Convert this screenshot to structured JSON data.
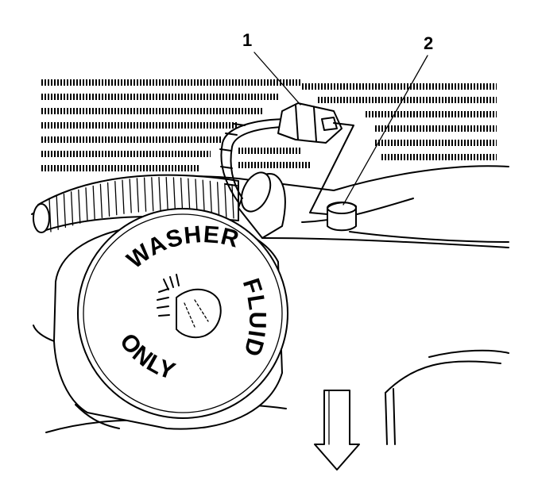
{
  "callouts": [
    {
      "label": "1"
    },
    {
      "label": "2"
    }
  ],
  "cap": {
    "top_text": "WASHER",
    "right_text": "FLUID",
    "bottom_text": "ONLY",
    "icon": "windshield-washer-icon"
  },
  "arrow": {
    "icon": "down-arrow-icon",
    "direction": "down"
  },
  "colors": {
    "ink": "#000000",
    "paper": "#ffffff"
  }
}
